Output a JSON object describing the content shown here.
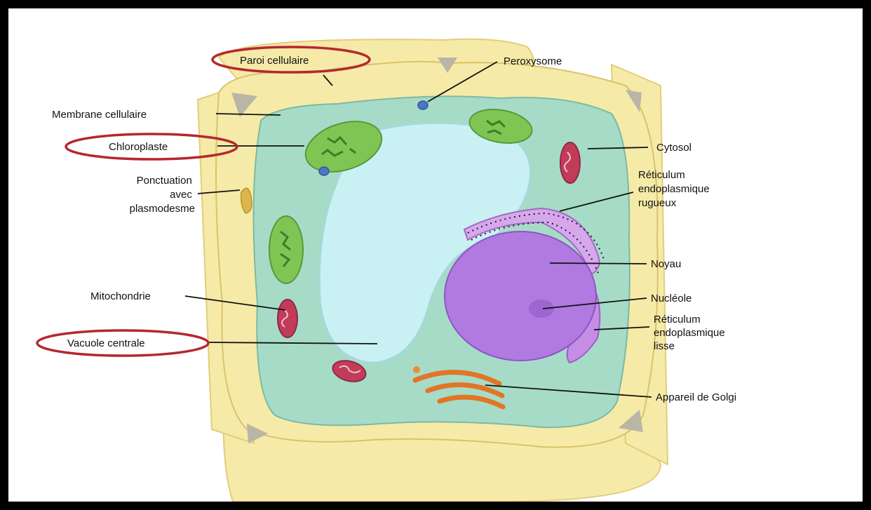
{
  "colors": {
    "frame": "#000000",
    "background": "#ffffff",
    "cell_wall": "#f6eaa8",
    "cytosol": "#a6dcc7",
    "vacuole": "#c9f1f4",
    "nucleus": "#b07ae0",
    "chloroplast": "#7fc553",
    "mitochondria": "#c23c5a",
    "golgi": "#f0893c",
    "highlight_ellipse": "#b5282e"
  },
  "labels": {
    "paroi": "Paroi cellulaire",
    "peroxysome": "Peroxysome",
    "membrane": "Membrane cellulaire",
    "chloroplaste": "Chloroplaste",
    "cytosol": "Cytosol",
    "ponctuation": [
      "Ponctuation",
      "avec",
      "plasmodesme"
    ],
    "rer": [
      "Réticulum",
      "endoplasmique",
      "rugueux"
    ],
    "noyau": "Noyau",
    "mitochondrie": "Mitochondrie",
    "nucleole": "Nucléole",
    "rel": [
      "Réticulum",
      "endoplasmique",
      "lisse"
    ],
    "vacuole": "Vacuole centrale",
    "golgi": "Appareil de Golgi"
  },
  "highlighted": [
    "paroi",
    "chloroplaste",
    "vacuole"
  ]
}
